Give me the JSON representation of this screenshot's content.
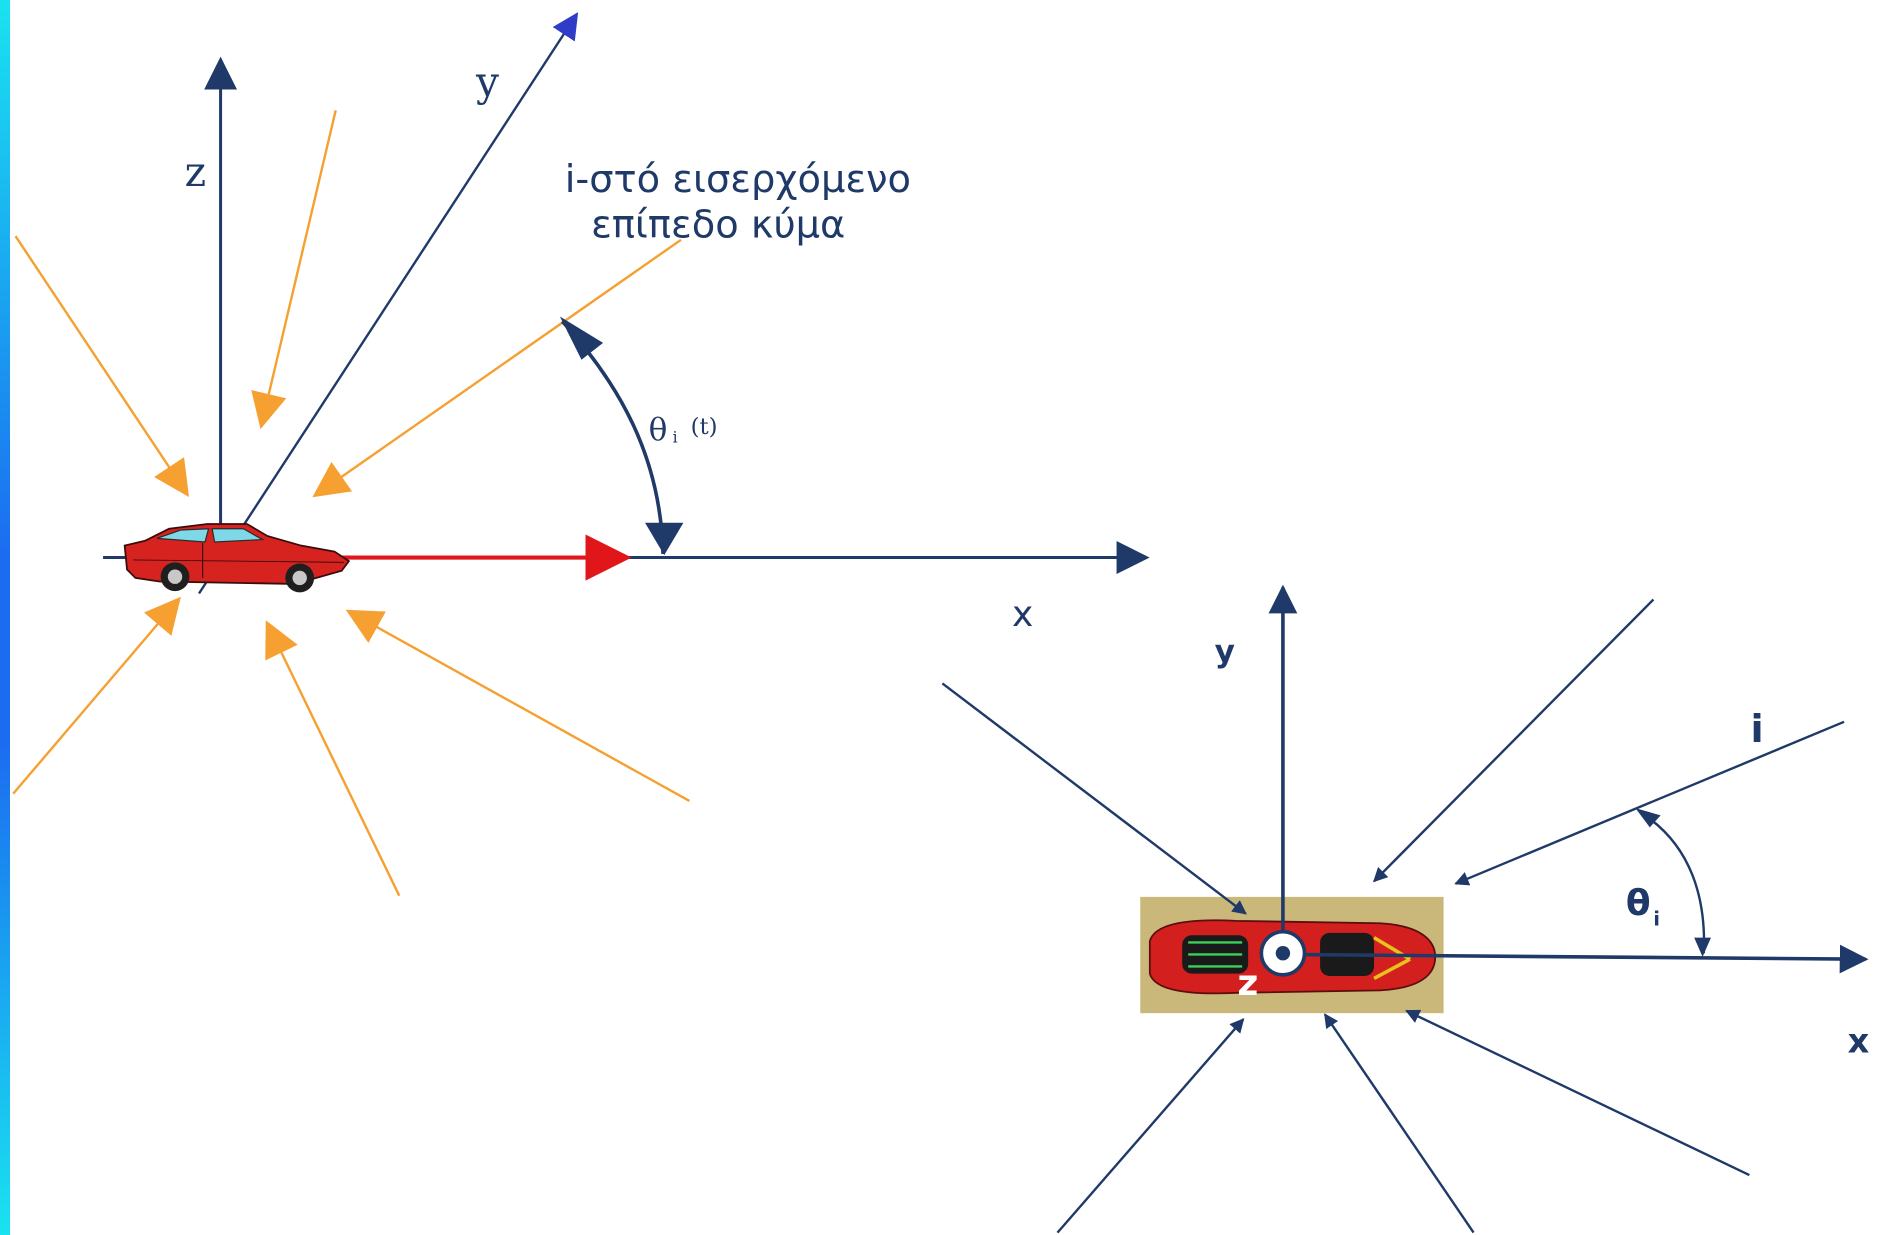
{
  "left_diagram": {
    "axis_z": "z",
    "axis_y": "y",
    "axis_x": "x",
    "wave_label_line1": "i-στό εισερχόμενο",
    "wave_label_line2": "επίπεδο κύμα",
    "angle_symbol": "θ",
    "angle_sub": "i",
    "angle_arg": "(t)"
  },
  "right_diagram": {
    "axis_y": "y",
    "axis_x": "x",
    "axis_z": "z",
    "wave_label": "i",
    "angle_symbol": "θ",
    "angle_sub": "i"
  },
  "colors": {
    "axis": "#1f3a68",
    "incoming_left": "#f5a030",
    "velocity": "#e0161a",
    "incoming_right": "#1f3a68",
    "y_arrowhead": "#2e3cc8"
  }
}
